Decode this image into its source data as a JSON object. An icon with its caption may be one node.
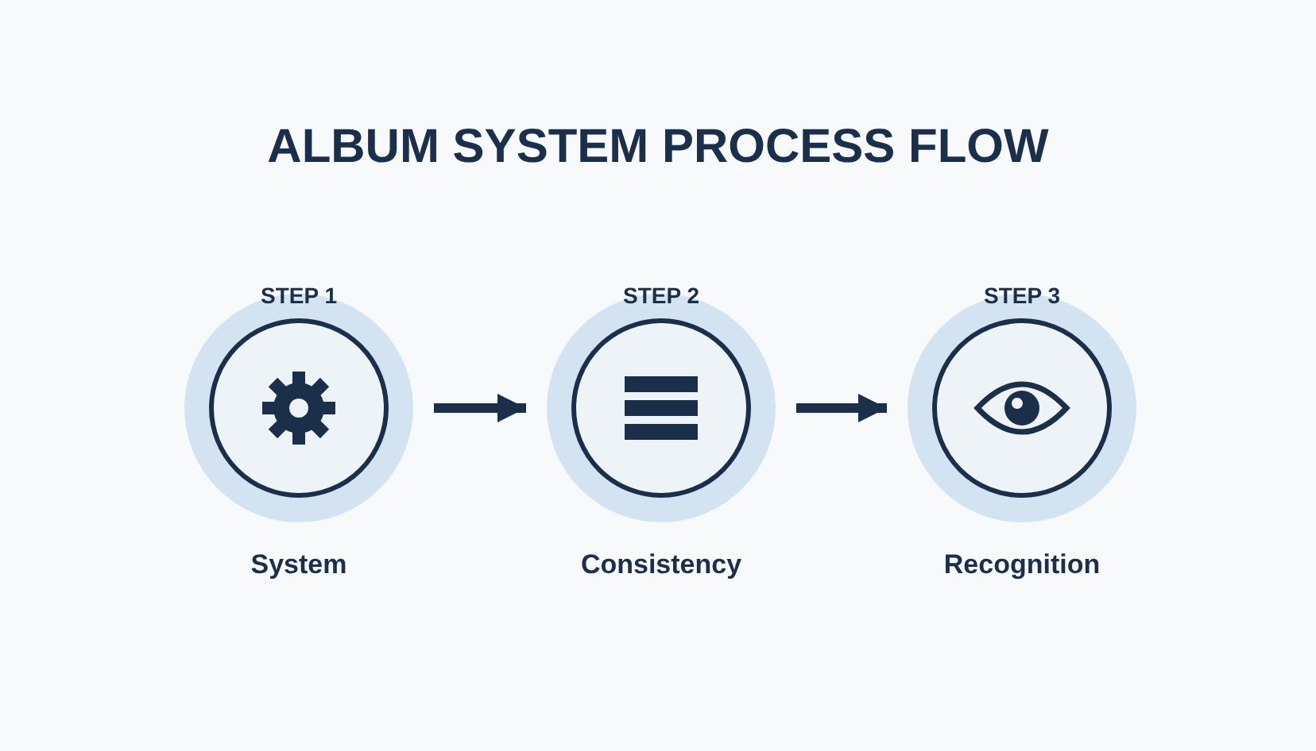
{
  "diagram": {
    "title": "ALBUM SYSTEM PROCESS FLOW",
    "nodes": [
      {
        "text": [
          "STEP 1",
          "System"
        ]
      },
      {
        "text": [
          "STEP 2",
          "Consistency"
        ]
      },
      {
        "text": [
          "STEP 3",
          "Recognition"
        ]
      }
    ],
    "edges": [
      {
        "from": 0,
        "to": 1,
        "arrow": "to"
      },
      {
        "from": 1,
        "to": 2,
        "arrow": "to"
      }
    ]
  }
}
